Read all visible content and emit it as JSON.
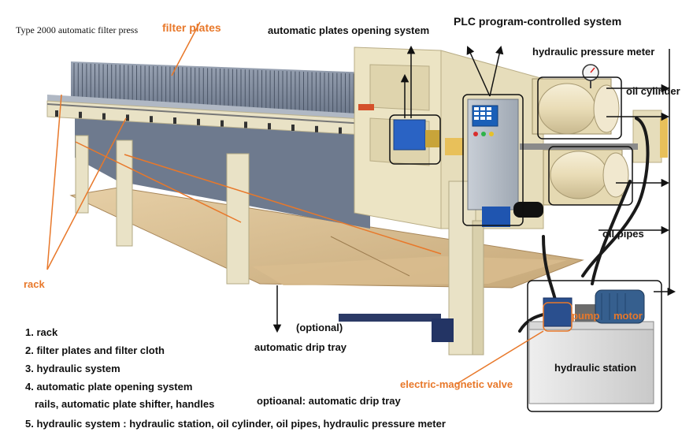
{
  "title": "Type 2000 automatic filter press",
  "labels": {
    "filter_plates": "filter plates",
    "plates_opening": "automatic plates opening system",
    "plc": "PLC program-controlled system",
    "pressure_meter": "hydraulic pressure meter",
    "oil_cylinder": "oil cylinder",
    "oil_pipes": "oil pipes",
    "rack": "rack",
    "optional": "(optional)",
    "drip_tray": "automatic drip tray",
    "pump": "pump",
    "motor": "motor",
    "hydraulic_station": "hydraulic station",
    "magnetic_valve": "electric-magnetic valve",
    "optional_tray": "optioanal: automatic drip tray"
  },
  "parts_list": [
    "1.  rack",
    "2. filter plates  and filter cloth",
    "3. hydraulic system",
    "4. automatic plate opening system",
    "rails, automatic plate shifter, handles",
    "5. hydraulic system : hydraulic station, oil cylinder, oil pipes, hydraulic pressure meter"
  ],
  "colors": {
    "label_orange": "#e8782a",
    "frame_cream": "#ece4c4",
    "plate_grey": "#7f8a9c",
    "control_blue": "#1a5fb8",
    "tray_tan": "#d7bb8c"
  }
}
